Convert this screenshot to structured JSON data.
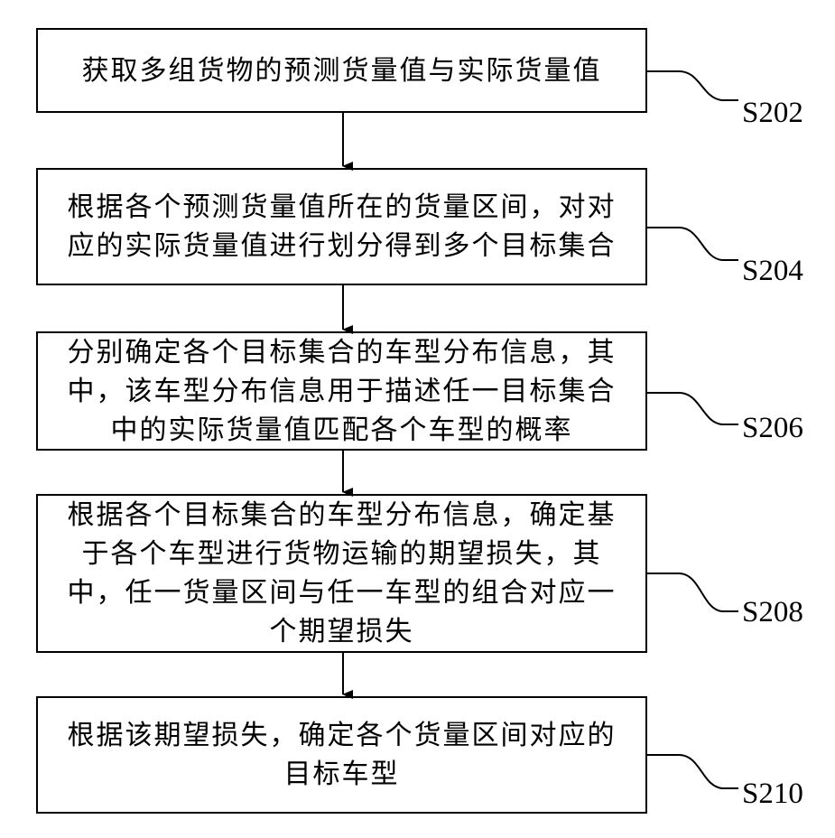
{
  "steps": [
    {
      "id": "S202",
      "text": "获取多组货物的预测货量值与实际货量值"
    },
    {
      "id": "S204",
      "text": "根据各个预测货量值所在的货量区间，对对应的实际货量值进行划分得到多个目标集合"
    },
    {
      "id": "S206",
      "text": "分别确定各个目标集合的车型分布信息，其中，该车型分布信息用于描述任一目标集合中的实际货量值匹配各个车型的概率"
    },
    {
      "id": "S208",
      "text": "根据各个目标集合的车型分布信息，确定基于各个车型进行货物运输的期望损失，其中，任一货量区间与任一车型的组合对应一个期望损失"
    },
    {
      "id": "S210",
      "text": "根据该期望损失，确定各个货量区间对应的目标车型"
    }
  ]
}
